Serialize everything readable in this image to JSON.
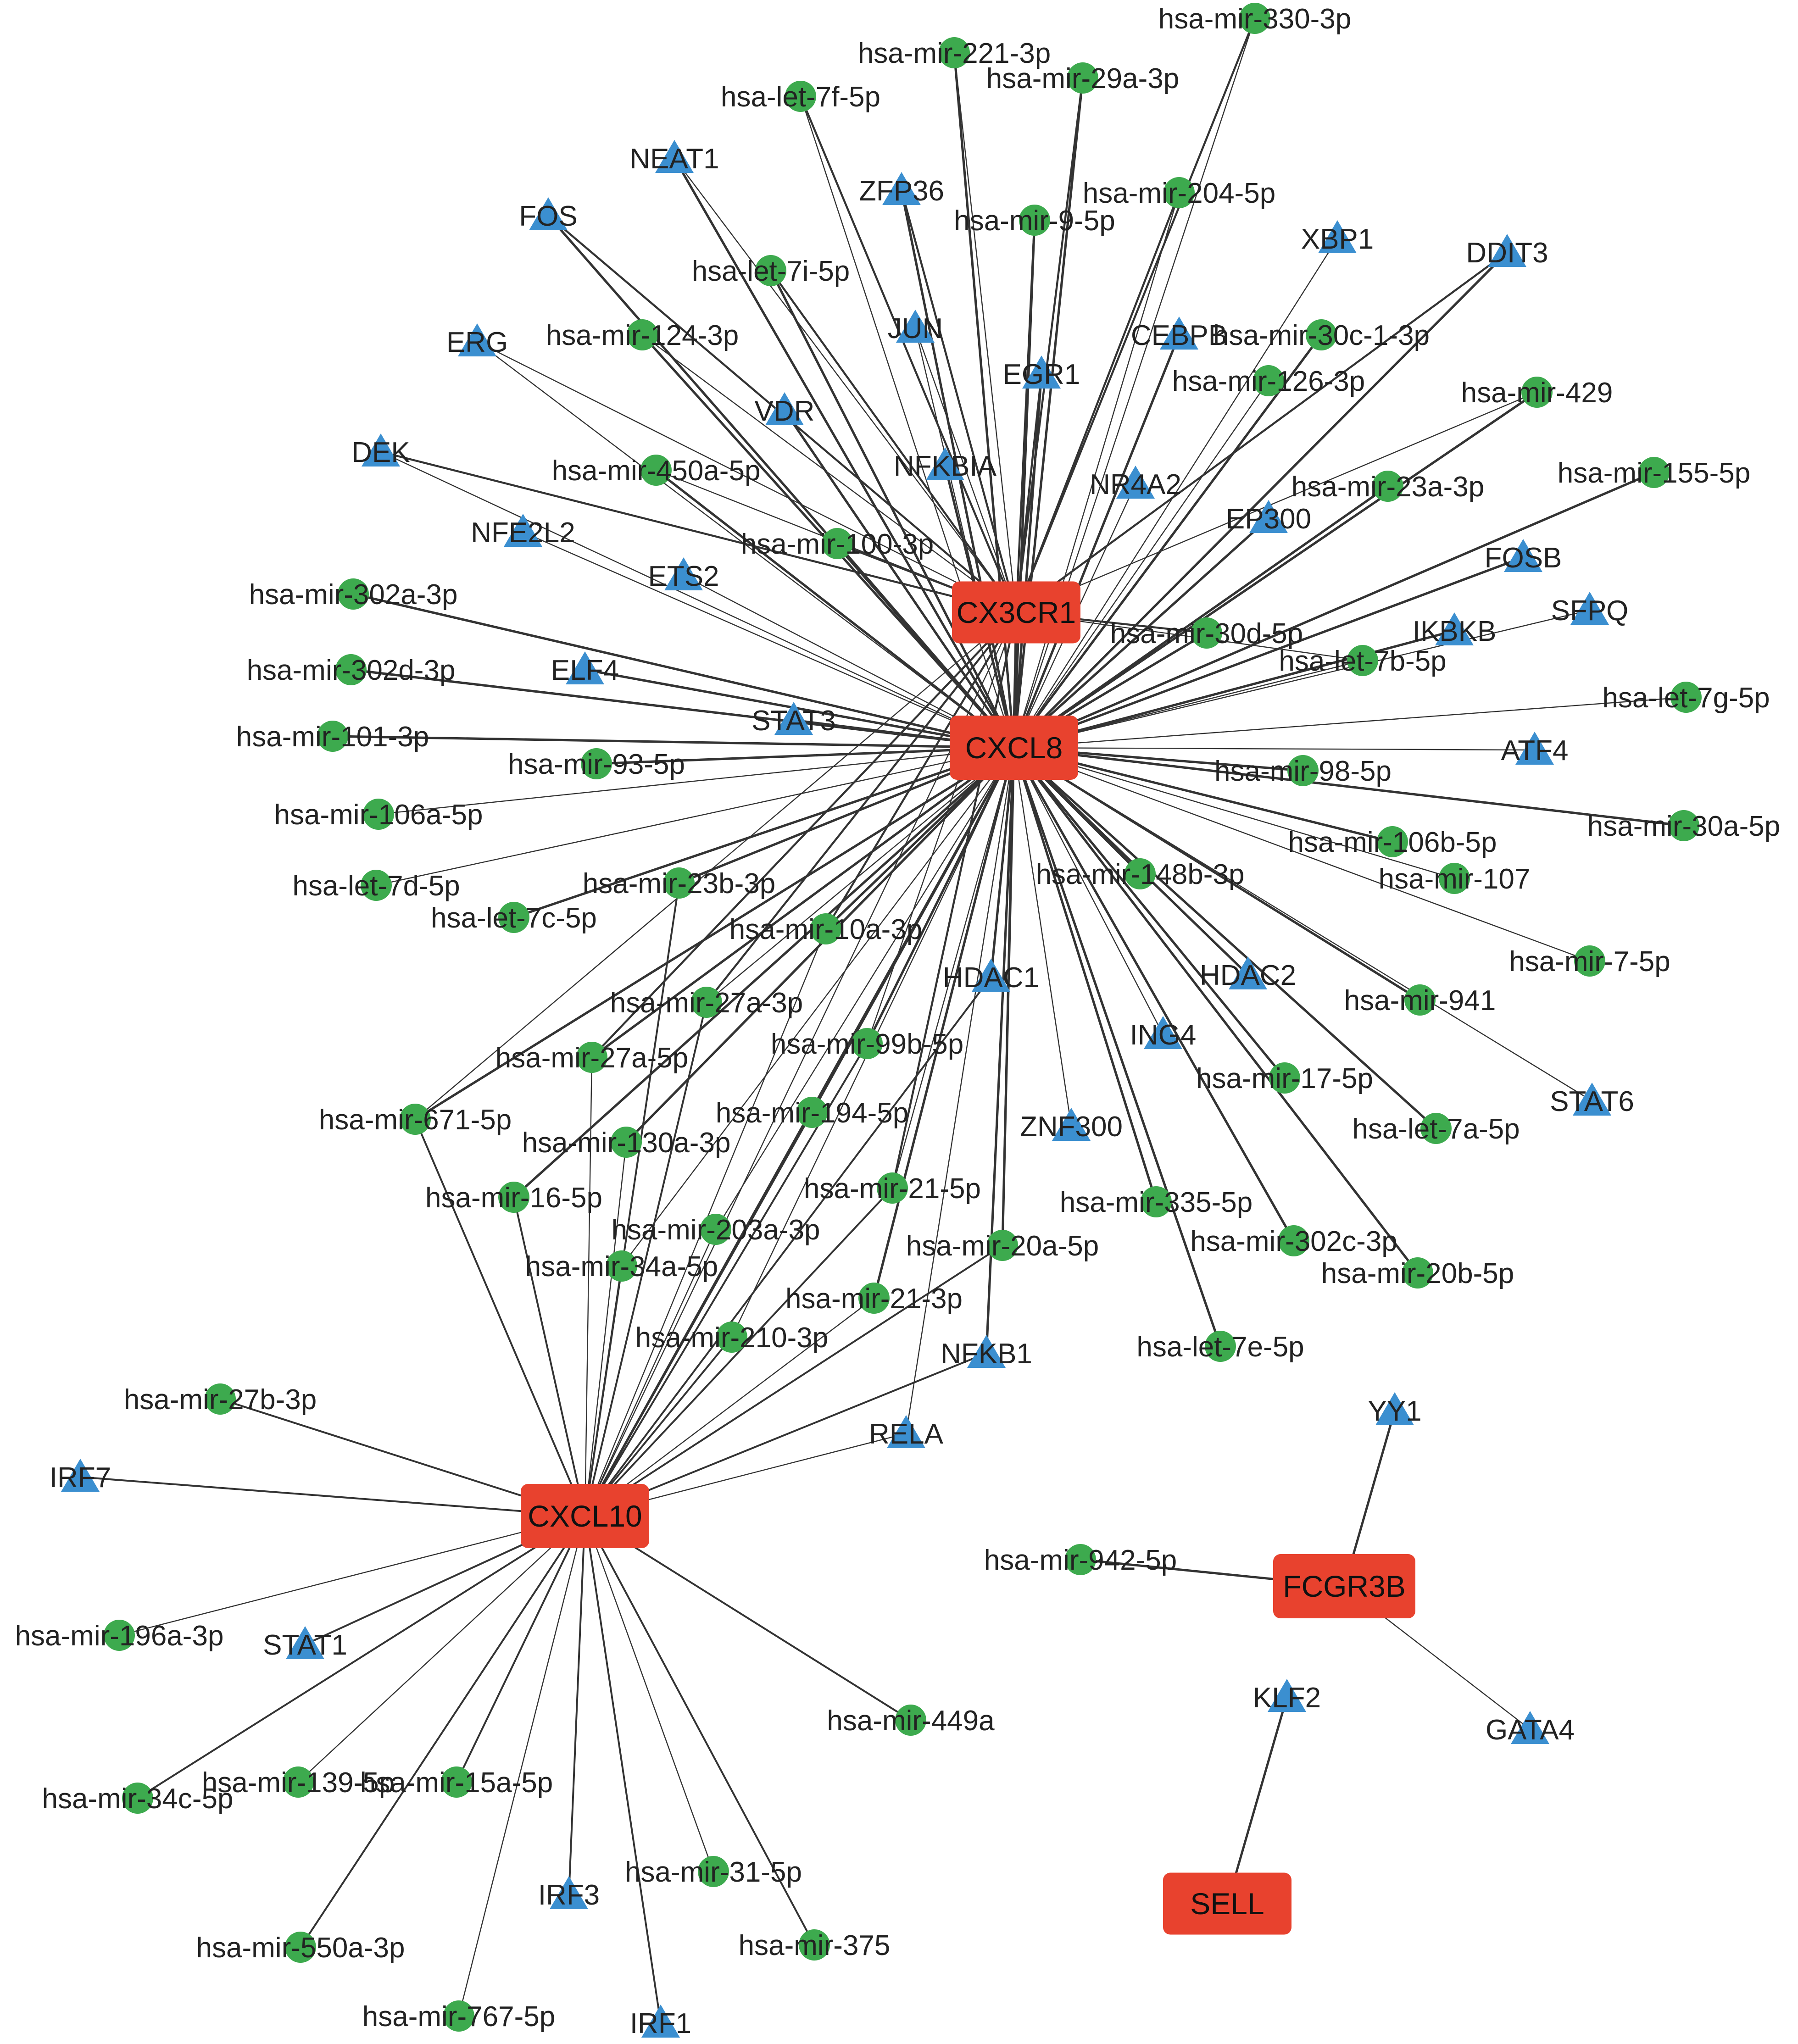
{
  "colors": {
    "hub": "#e8422e",
    "mirna": "#3daa4e",
    "tf": "#3b8fd0",
    "edge": "#333333",
    "text": "#222222"
  },
  "hubs": [
    "CXCL8",
    "CX3CR1",
    "CXCL10",
    "FCGR3B",
    "SELL"
  ],
  "nodes": [
    {
      "id": "CXCL8",
      "label": "CXCL8",
      "kind": "hub"
    },
    {
      "id": "CX3CR1",
      "label": "CX3CR1",
      "kind": "hub"
    },
    {
      "id": "CXCL10",
      "label": "CXCL10",
      "kind": "hub"
    },
    {
      "id": "FCGR3B",
      "label": "FCGR3B",
      "kind": "hub"
    },
    {
      "id": "SELL",
      "label": "SELL",
      "kind": "hub"
    },
    {
      "id": "m330_3p",
      "label": "hsa-mir-330-3p",
      "kind": "mirna"
    },
    {
      "id": "m221_3p",
      "label": "hsa-mir-221-3p",
      "kind": "mirna"
    },
    {
      "id": "m29a_3p",
      "label": "hsa-mir-29a-3p",
      "kind": "mirna"
    },
    {
      "id": "l7f_5p",
      "label": "hsa-let-7f-5p",
      "kind": "mirna"
    },
    {
      "id": "t_NEAT1",
      "label": "NEAT1",
      "kind": "tf"
    },
    {
      "id": "t_ZFP36",
      "label": "ZFP36",
      "kind": "tf"
    },
    {
      "id": "m204_5p",
      "label": "hsa-mir-204-5p",
      "kind": "mirna"
    },
    {
      "id": "m9_5p",
      "label": "hsa-mir-9-5p",
      "kind": "mirna"
    },
    {
      "id": "t_FOS",
      "label": "FOS",
      "kind": "tf"
    },
    {
      "id": "t_XBP1",
      "label": "XBP1",
      "kind": "tf"
    },
    {
      "id": "t_DDIT3",
      "label": "DDIT3",
      "kind": "tf"
    },
    {
      "id": "l7i_5p",
      "label": "hsa-let-7i-5p",
      "kind": "mirna"
    },
    {
      "id": "t_JUN",
      "label": "JUN",
      "kind": "tf"
    },
    {
      "id": "t_CEBPB",
      "label": "CEBPB",
      "kind": "tf"
    },
    {
      "id": "m30c_1_3p",
      "label": "hsa-mir-30c-1-3p",
      "kind": "mirna"
    },
    {
      "id": "t_ERG",
      "label": "ERG",
      "kind": "tf"
    },
    {
      "id": "m124_3p",
      "label": "hsa-mir-124-3p",
      "kind": "mirna"
    },
    {
      "id": "t_EGR1",
      "label": "EGR1",
      "kind": "tf"
    },
    {
      "id": "m126_3p",
      "label": "hsa-mir-126-3p",
      "kind": "mirna"
    },
    {
      "id": "m429",
      "label": "hsa-mir-429",
      "kind": "mirna"
    },
    {
      "id": "t_VDR",
      "label": "VDR",
      "kind": "tf"
    },
    {
      "id": "t_DEK",
      "label": "DEK",
      "kind": "tf"
    },
    {
      "id": "m450a_5p",
      "label": "hsa-mir-450a-5p",
      "kind": "mirna"
    },
    {
      "id": "t_NFKBIA",
      "label": "NFKBIA",
      "kind": "tf"
    },
    {
      "id": "t_NR4A2",
      "label": "NR4A2",
      "kind": "tf"
    },
    {
      "id": "m23a_3p",
      "label": "hsa-mir-23a-3p",
      "kind": "mirna"
    },
    {
      "id": "m155_5p",
      "label": "hsa-mir-155-5p",
      "kind": "mirna"
    },
    {
      "id": "t_NFE2L2",
      "label": "NFE2L2",
      "kind": "tf"
    },
    {
      "id": "m100_3p",
      "label": "hsa-mir-100-3p",
      "kind": "mirna"
    },
    {
      "id": "t_EP300",
      "label": "EP300",
      "kind": "tf"
    },
    {
      "id": "t_ETS2",
      "label": "ETS2",
      "kind": "tf"
    },
    {
      "id": "t_FOSB",
      "label": "FOSB",
      "kind": "tf"
    },
    {
      "id": "m302a_3p",
      "label": "hsa-mir-302a-3p",
      "kind": "mirna"
    },
    {
      "id": "t_SFPQ",
      "label": "SFPQ",
      "kind": "tf"
    },
    {
      "id": "m30d_5p",
      "label": "hsa-mir-30d-5p",
      "kind": "mirna"
    },
    {
      "id": "t_IKBKB",
      "label": "IKBKB",
      "kind": "tf"
    },
    {
      "id": "l7b_5p",
      "label": "hsa-let-7b-5p",
      "kind": "mirna"
    },
    {
      "id": "m302d_3p",
      "label": "hsa-mir-302d-3p",
      "kind": "mirna"
    },
    {
      "id": "t_ELF4",
      "label": "ELF4",
      "kind": "tf"
    },
    {
      "id": "l7g_5p",
      "label": "hsa-let-7g-5p",
      "kind": "mirna"
    },
    {
      "id": "t_STAT3",
      "label": "STAT3",
      "kind": "tf"
    },
    {
      "id": "m101_3p",
      "label": "hsa-mir-101-3p",
      "kind": "mirna"
    },
    {
      "id": "t_ATF4",
      "label": "ATF4",
      "kind": "tf"
    },
    {
      "id": "m93_5p",
      "label": "hsa-mir-93-5p",
      "kind": "mirna"
    },
    {
      "id": "m98_5p",
      "label": "hsa-mir-98-5p",
      "kind": "mirna"
    },
    {
      "id": "m106a_5p",
      "label": "hsa-mir-106a-5p",
      "kind": "mirna"
    },
    {
      "id": "m30a_5p",
      "label": "hsa-mir-30a-5p",
      "kind": "mirna"
    },
    {
      "id": "m106b_5p",
      "label": "hsa-mir-106b-5p",
      "kind": "mirna"
    },
    {
      "id": "l7d_5p",
      "label": "hsa-let-7d-5p",
      "kind": "mirna"
    },
    {
      "id": "m23b_3p",
      "label": "hsa-mir-23b-3p",
      "kind": "mirna"
    },
    {
      "id": "m148b_3p",
      "label": "hsa-mir-148b-3p",
      "kind": "mirna"
    },
    {
      "id": "m107",
      "label": "hsa-mir-107",
      "kind": "mirna"
    },
    {
      "id": "l7c_5p",
      "label": "hsa-let-7c-5p",
      "kind": "mirna"
    },
    {
      "id": "m10a_3p",
      "label": "hsa-mir-10a-3p",
      "kind": "mirna"
    },
    {
      "id": "m7_5p",
      "label": "hsa-mir-7-5p",
      "kind": "mirna"
    },
    {
      "id": "t_HDAC1",
      "label": "HDAC1",
      "kind": "tf"
    },
    {
      "id": "t_HDAC2",
      "label": "HDAC2",
      "kind": "tf"
    },
    {
      "id": "m27a_3p",
      "label": "hsa-mir-27a-3p",
      "kind": "mirna"
    },
    {
      "id": "m941",
      "label": "hsa-mir-941",
      "kind": "mirna"
    },
    {
      "id": "m99b_5p",
      "label": "hsa-mir-99b-5p",
      "kind": "mirna"
    },
    {
      "id": "t_ING4",
      "label": "ING4",
      "kind": "tf"
    },
    {
      "id": "m27a_5p",
      "label": "hsa-mir-27a-5p",
      "kind": "mirna"
    },
    {
      "id": "m17_5p",
      "label": "hsa-mir-17-5p",
      "kind": "mirna"
    },
    {
      "id": "t_STAT6",
      "label": "STAT6",
      "kind": "tf"
    },
    {
      "id": "m671_5p",
      "label": "hsa-mir-671-5p",
      "kind": "mirna"
    },
    {
      "id": "m194_5p",
      "label": "hsa-mir-194-5p",
      "kind": "mirna"
    },
    {
      "id": "t_ZNF300",
      "label": "ZNF300",
      "kind": "tf"
    },
    {
      "id": "l7a_5p",
      "label": "hsa-let-7a-5p",
      "kind": "mirna"
    },
    {
      "id": "m130a_3p",
      "label": "hsa-mir-130a-3p",
      "kind": "mirna"
    },
    {
      "id": "m21_5p",
      "label": "hsa-mir-21-5p",
      "kind": "mirna"
    },
    {
      "id": "m16_5p",
      "label": "hsa-mir-16-5p",
      "kind": "mirna"
    },
    {
      "id": "m335_5p",
      "label": "hsa-mir-335-5p",
      "kind": "mirna"
    },
    {
      "id": "m203a_3p",
      "label": "hsa-mir-203a-3p",
      "kind": "mirna"
    },
    {
      "id": "m302c_3p",
      "label": "hsa-mir-302c-3p",
      "kind": "mirna"
    },
    {
      "id": "m20a_5p",
      "label": "hsa-mir-20a-5p",
      "kind": "mirna"
    },
    {
      "id": "m34a_5p",
      "label": "hsa-mir-34a-5p",
      "kind": "mirna"
    },
    {
      "id": "m20b_5p",
      "label": "hsa-mir-20b-5p",
      "kind": "mirna"
    },
    {
      "id": "m21_3p",
      "label": "hsa-mir-21-3p",
      "kind": "mirna"
    },
    {
      "id": "m210_3p",
      "label": "hsa-mir-210-3p",
      "kind": "mirna"
    },
    {
      "id": "l7e_5p",
      "label": "hsa-let-7e-5p",
      "kind": "mirna"
    },
    {
      "id": "t_NFKB1",
      "label": "NFKB1",
      "kind": "tf"
    },
    {
      "id": "m27b_3p",
      "label": "hsa-mir-27b-3p",
      "kind": "mirna"
    },
    {
      "id": "t_YY1",
      "label": "YY1",
      "kind": "tf"
    },
    {
      "id": "t_RELA",
      "label": "RELA",
      "kind": "tf"
    },
    {
      "id": "t_IRF7",
      "label": "IRF7",
      "kind": "tf"
    },
    {
      "id": "m942_5p",
      "label": "hsa-mir-942-5p",
      "kind": "mirna"
    },
    {
      "id": "m196a_3p",
      "label": "hsa-mir-196a-3p",
      "kind": "mirna"
    },
    {
      "id": "t_STAT1",
      "label": "STAT1",
      "kind": "tf"
    },
    {
      "id": "t_KLF2",
      "label": "KLF2",
      "kind": "tf"
    },
    {
      "id": "m449a",
      "label": "hsa-mir-449a",
      "kind": "mirna"
    },
    {
      "id": "t_GATA4",
      "label": "GATA4",
      "kind": "tf"
    },
    {
      "id": "m139_5p",
      "label": "hsa-mir-139-5p",
      "kind": "mirna"
    },
    {
      "id": "m15a_5p",
      "label": "hsa-mir-15a-5p",
      "kind": "mirna"
    },
    {
      "id": "m34c_5p",
      "label": "hsa-mir-34c-5p",
      "kind": "mirna"
    },
    {
      "id": "m31_5p",
      "label": "hsa-mir-31-5p",
      "kind": "mirna"
    },
    {
      "id": "t_IRF3",
      "label": "IRF3",
      "kind": "tf"
    },
    {
      "id": "m550a_3p",
      "label": "hsa-mir-550a-3p",
      "kind": "mirna"
    },
    {
      "id": "m375",
      "label": "hsa-mir-375",
      "kind": "mirna"
    },
    {
      "id": "m767_5p",
      "label": "hsa-mir-767-5p",
      "kind": "mirna"
    },
    {
      "id": "t_IRF1",
      "label": "IRF1",
      "kind": "tf"
    }
  ],
  "edges": [
    [
      "CXCL8",
      "m330_3p"
    ],
    [
      "CXCL8",
      "m221_3p"
    ],
    [
      "CXCL8",
      "m29a_3p"
    ],
    [
      "CXCL8",
      "l7f_5p"
    ],
    [
      "CXCL8",
      "t_NEAT1"
    ],
    [
      "CXCL8",
      "t_ZFP36"
    ],
    [
      "CXCL8",
      "m204_5p"
    ],
    [
      "CXCL8",
      "m9_5p"
    ],
    [
      "CXCL8",
      "t_FOS"
    ],
    [
      "CXCL8",
      "t_XBP1"
    ],
    [
      "CXCL8",
      "t_DDIT3"
    ],
    [
      "CXCL8",
      "l7i_5p"
    ],
    [
      "CXCL8",
      "t_JUN"
    ],
    [
      "CXCL8",
      "t_CEBPB"
    ],
    [
      "CXCL8",
      "m30c_1_3p"
    ],
    [
      "CXCL8",
      "t_ERG"
    ],
    [
      "CXCL8",
      "m124_3p"
    ],
    [
      "CXCL8",
      "t_EGR1"
    ],
    [
      "CXCL8",
      "m126_3p"
    ],
    [
      "CXCL8",
      "m429"
    ],
    [
      "CXCL8",
      "t_VDR"
    ],
    [
      "CXCL8",
      "t_DEK"
    ],
    [
      "CXCL8",
      "m450a_5p"
    ],
    [
      "CXCL8",
      "t_NFKBIA"
    ],
    [
      "CXCL8",
      "t_NR4A2"
    ],
    [
      "CXCL8",
      "m23a_3p"
    ],
    [
      "CXCL8",
      "m155_5p"
    ],
    [
      "CXCL8",
      "t_NFE2L2"
    ],
    [
      "CXCL8",
      "m100_3p"
    ],
    [
      "CXCL8",
      "t_EP300"
    ],
    [
      "CXCL8",
      "t_ETS2"
    ],
    [
      "CXCL8",
      "t_FOSB"
    ],
    [
      "CXCL8",
      "m302a_3p"
    ],
    [
      "CXCL8",
      "t_SFPQ"
    ],
    [
      "CXCL8",
      "m30d_5p"
    ],
    [
      "CXCL8",
      "t_IKBKB"
    ],
    [
      "CXCL8",
      "l7b_5p"
    ],
    [
      "CXCL8",
      "m302d_3p"
    ],
    [
      "CXCL8",
      "t_ELF4"
    ],
    [
      "CXCL8",
      "l7g_5p"
    ],
    [
      "CXCL8",
      "t_STAT3"
    ],
    [
      "CXCL8",
      "m101_3p"
    ],
    [
      "CXCL8",
      "t_ATF4"
    ],
    [
      "CXCL8",
      "m93_5p"
    ],
    [
      "CXCL8",
      "m98_5p"
    ],
    [
      "CXCL8",
      "m106a_5p"
    ],
    [
      "CXCL8",
      "m30a_5p"
    ],
    [
      "CXCL8",
      "m106b_5p"
    ],
    [
      "CXCL8",
      "l7d_5p"
    ],
    [
      "CXCL8",
      "m23b_3p"
    ],
    [
      "CXCL8",
      "m148b_3p"
    ],
    [
      "CXCL8",
      "m107"
    ],
    [
      "CXCL8",
      "l7c_5p"
    ],
    [
      "CXCL8",
      "m10a_3p"
    ],
    [
      "CXCL8",
      "m7_5p"
    ],
    [
      "CXCL8",
      "t_HDAC1"
    ],
    [
      "CXCL8",
      "t_HDAC2"
    ],
    [
      "CXCL8",
      "m27a_3p"
    ],
    [
      "CXCL8",
      "m941"
    ],
    [
      "CXCL8",
      "m99b_5p"
    ],
    [
      "CXCL8",
      "t_ING4"
    ],
    [
      "CXCL8",
      "m27a_5p"
    ],
    [
      "CXCL8",
      "m17_5p"
    ],
    [
      "CXCL8",
      "t_STAT6"
    ],
    [
      "CXCL8",
      "m671_5p"
    ],
    [
      "CXCL8",
      "m194_5p"
    ],
    [
      "CXCL8",
      "t_ZNF300"
    ],
    [
      "CXCL8",
      "l7a_5p"
    ],
    [
      "CXCL8",
      "m130a_3p"
    ],
    [
      "CXCL8",
      "m21_5p"
    ],
    [
      "CXCL8",
      "m16_5p"
    ],
    [
      "CXCL8",
      "m335_5p"
    ],
    [
      "CXCL8",
      "m203a_3p"
    ],
    [
      "CXCL8",
      "m302c_3p"
    ],
    [
      "CXCL8",
      "m20a_5p"
    ],
    [
      "CXCL8",
      "m34a_5p"
    ],
    [
      "CXCL8",
      "m20b_5p"
    ],
    [
      "CXCL8",
      "m21_3p"
    ],
    [
      "CXCL8",
      "m210_3p"
    ],
    [
      "CXCL8",
      "l7e_5p"
    ],
    [
      "CXCL8",
      "t_NFKB1"
    ],
    [
      "CXCL8",
      "t_RELA"
    ],
    [
      "CXCL8",
      "CXCL10"
    ],
    [
      "CXCL8",
      "CX3CR1"
    ],
    [
      "CX3CR1",
      "m221_3p"
    ],
    [
      "CX3CR1",
      "m29a_3p"
    ],
    [
      "CX3CR1",
      "l7f_5p"
    ],
    [
      "CX3CR1",
      "t_NEAT1"
    ],
    [
      "CX3CR1",
      "m330_3p"
    ],
    [
      "CX3CR1",
      "m204_5p"
    ],
    [
      "CX3CR1",
      "m124_3p"
    ],
    [
      "CX3CR1",
      "l7i_5p"
    ],
    [
      "CX3CR1",
      "t_EGR1"
    ],
    [
      "CX3CR1",
      "m450a_5p"
    ],
    [
      "CX3CR1",
      "m100_3p"
    ],
    [
      "CX3CR1",
      "t_DDIT3"
    ],
    [
      "CX3CR1",
      "t_JUN"
    ],
    [
      "CX3CR1",
      "t_ZFP36"
    ],
    [
      "CX3CR1",
      "m30d_5p"
    ],
    [
      "CX3CR1",
      "l7b_5p"
    ],
    [
      "CX3CR1",
      "m10a_3p"
    ],
    [
      "CX3CR1",
      "m27a_3p"
    ],
    [
      "CX3CR1",
      "m99b_5p"
    ],
    [
      "CX3CR1",
      "m21_5p"
    ],
    [
      "CX3CR1",
      "m20a_5p"
    ],
    [
      "CX3CR1",
      "m671_5p"
    ],
    [
      "CX3CR1",
      "m27a_5p"
    ],
    [
      "CX3CR1",
      "t_FOS"
    ],
    [
      "CX3CR1",
      "t_ERG"
    ],
    [
      "CX3CR1",
      "t_DEK"
    ],
    [
      "CX3CR1",
      "m9_5p"
    ],
    [
      "CX3CR1",
      "m429"
    ],
    [
      "CXCL10",
      "m27b_3p"
    ],
    [
      "CXCL10",
      "t_IRF7"
    ],
    [
      "CXCL10",
      "m196a_3p"
    ],
    [
      "CXCL10",
      "t_STAT1"
    ],
    [
      "CXCL10",
      "m34c_5p"
    ],
    [
      "CXCL10",
      "m139_5p"
    ],
    [
      "CXCL10",
      "m15a_5p"
    ],
    [
      "CXCL10",
      "m550a_3p"
    ],
    [
      "CXCL10",
      "m767_5p"
    ],
    [
      "CXCL10",
      "t_IRF3"
    ],
    [
      "CXCL10",
      "t_IRF1"
    ],
    [
      "CXCL10",
      "m31_5p"
    ],
    [
      "CXCL10",
      "m375"
    ],
    [
      "CXCL10",
      "m449a"
    ],
    [
      "CXCL10",
      "t_RELA"
    ],
    [
      "CXCL10",
      "t_NFKB1"
    ],
    [
      "CXCL10",
      "m210_3p"
    ],
    [
      "CXCL10",
      "m21_3p"
    ],
    [
      "CXCL10",
      "m20a_5p"
    ],
    [
      "CXCL10",
      "m34a_5p"
    ],
    [
      "CXCL10",
      "m203a_3p"
    ],
    [
      "CXCL10",
      "m21_5p"
    ],
    [
      "CXCL10",
      "m16_5p"
    ],
    [
      "CXCL10",
      "m130a_3p"
    ],
    [
      "CXCL10",
      "m194_5p"
    ],
    [
      "CXCL10",
      "m671_5p"
    ],
    [
      "CXCL10",
      "m27a_5p"
    ],
    [
      "CXCL10",
      "m99b_5p"
    ],
    [
      "CXCL10",
      "m27a_3p"
    ],
    [
      "CXCL10",
      "m10a_3p"
    ],
    [
      "CXCL10",
      "m23b_3p"
    ],
    [
      "CXCL10",
      "t_HDAC1"
    ],
    [
      "CXCL10",
      "CX3CR1"
    ],
    [
      "FCGR3B",
      "t_YY1"
    ],
    [
      "FCGR3B",
      "m942_5p"
    ],
    [
      "FCGR3B",
      "t_GATA4"
    ],
    [
      "SELL",
      "t_KLF2"
    ]
  ]
}
